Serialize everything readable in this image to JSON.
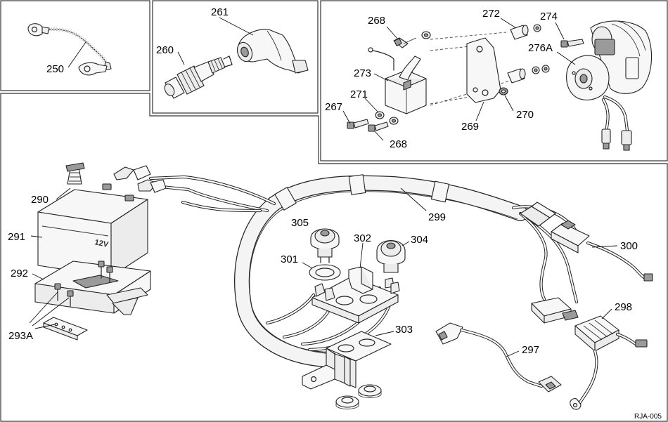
{
  "diagram": {
    "reference_code": "RJA-005",
    "battery_voltage_marking": "12V",
    "part_labels": {
      "p250": "250",
      "p260": "260",
      "p261": "261",
      "p267": "267",
      "p268a": "268",
      "p268b": "268",
      "p269": "269",
      "p270": "270",
      "p271": "271",
      "p272": "272",
      "p273": "273",
      "p274": "274",
      "p276A": "276A",
      "p290": "290",
      "p291": "291",
      "p292": "292",
      "p293A": "293A",
      "p297": "297",
      "p298": "298",
      "p299": "299",
      "p300": "300",
      "p301": "301",
      "p302": "302",
      "p303": "303",
      "p304": "304",
      "p305": "305"
    }
  }
}
